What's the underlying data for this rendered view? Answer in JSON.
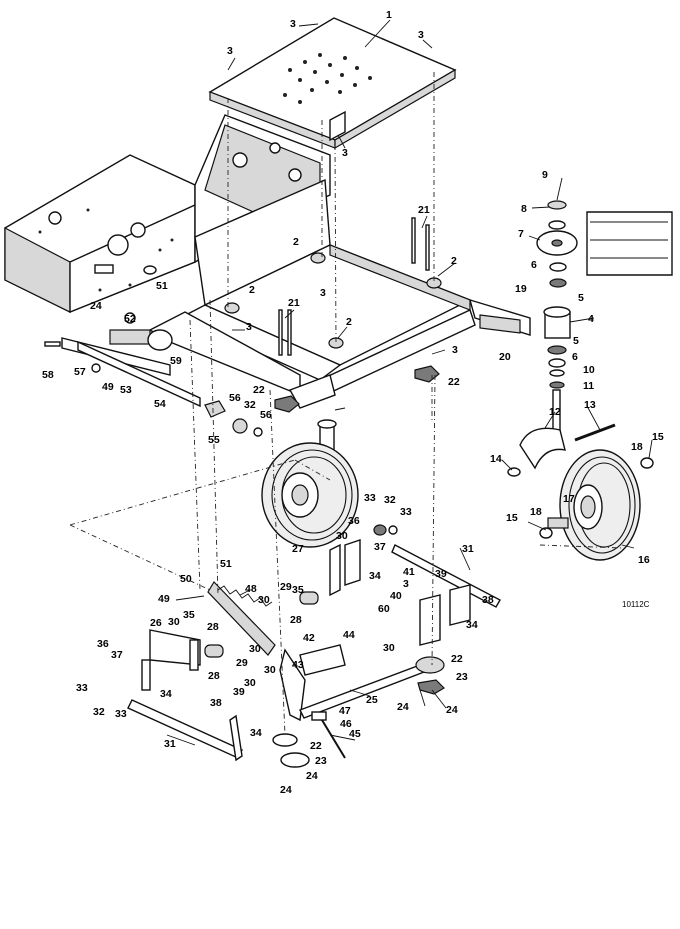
{
  "diagram": {
    "reference_code": "10112C",
    "callouts": [
      {
        "id": "c1",
        "label": "1"
      },
      {
        "id": "c3a",
        "label": "3"
      },
      {
        "id": "c3b",
        "label": "3"
      },
      {
        "id": "c3c",
        "label": "3"
      },
      {
        "id": "c3d",
        "label": "3"
      },
      {
        "id": "c2a",
        "label": "2"
      },
      {
        "id": "c2b",
        "label": "2"
      },
      {
        "id": "c2c",
        "label": "2"
      },
      {
        "id": "c2d",
        "label": "2"
      },
      {
        "id": "c21a",
        "label": "21"
      },
      {
        "id": "c21b",
        "label": "21"
      },
      {
        "id": "c3e",
        "label": "3"
      },
      {
        "id": "c3f",
        "label": "3"
      },
      {
        "id": "c3g",
        "label": "3"
      },
      {
        "id": "c51a",
        "label": "51"
      },
      {
        "id": "c24a",
        "label": "24"
      },
      {
        "id": "c52",
        "label": "52"
      },
      {
        "id": "c58",
        "label": "58"
      },
      {
        "id": "c57",
        "label": "57"
      },
      {
        "id": "c49a",
        "label": "49"
      },
      {
        "id": "c53",
        "label": "53"
      },
      {
        "id": "c59",
        "label": "59"
      },
      {
        "id": "c54",
        "label": "54"
      },
      {
        "id": "c22a",
        "label": "22"
      },
      {
        "id": "c56a",
        "label": "56"
      },
      {
        "id": "c32a",
        "label": "32"
      },
      {
        "id": "c56b",
        "label": "56"
      },
      {
        "id": "c55",
        "label": "55"
      },
      {
        "id": "c22b",
        "label": "22"
      },
      {
        "id": "c9",
        "label": "9"
      },
      {
        "id": "c8",
        "label": "8"
      },
      {
        "id": "c7",
        "label": "7"
      },
      {
        "id": "c6a",
        "label": "6"
      },
      {
        "id": "c5a",
        "label": "5"
      },
      {
        "id": "c19",
        "label": "19"
      },
      {
        "id": "c4",
        "label": "4"
      },
      {
        "id": "c20",
        "label": "20"
      },
      {
        "id": "c5b",
        "label": "5"
      },
      {
        "id": "c6b",
        "label": "6"
      },
      {
        "id": "c10",
        "label": "10"
      },
      {
        "id": "c11",
        "label": "11"
      },
      {
        "id": "c12",
        "label": "12"
      },
      {
        "id": "c13",
        "label": "13"
      },
      {
        "id": "c14",
        "label": "14"
      },
      {
        "id": "c15a",
        "label": "15"
      },
      {
        "id": "c18a",
        "label": "18"
      },
      {
        "id": "c17",
        "label": "17"
      },
      {
        "id": "c15b",
        "label": "15"
      },
      {
        "id": "c18b",
        "label": "18"
      },
      {
        "id": "c16",
        "label": "16"
      },
      {
        "id": "c33a",
        "label": "33"
      },
      {
        "id": "c32b",
        "label": "32"
      },
      {
        "id": "c33b",
        "label": "33"
      },
      {
        "id": "c30a",
        "label": "30"
      },
      {
        "id": "c36a",
        "label": "36"
      },
      {
        "id": "c37a",
        "label": "37"
      },
      {
        "id": "c31a",
        "label": "31"
      },
      {
        "id": "c27",
        "label": "27"
      },
      {
        "id": "c34a",
        "label": "34"
      },
      {
        "id": "c41",
        "label": "41"
      },
      {
        "id": "c3h",
        "label": "3"
      },
      {
        "id": "c39a",
        "label": "39"
      },
      {
        "id": "c40",
        "label": "40"
      },
      {
        "id": "c38a",
        "label": "38"
      },
      {
        "id": "c60",
        "label": "60"
      },
      {
        "id": "c34b",
        "label": "34"
      },
      {
        "id": "c30b",
        "label": "30"
      },
      {
        "id": "c51b",
        "label": "51"
      },
      {
        "id": "c50",
        "label": "50"
      },
      {
        "id": "c48",
        "label": "48"
      },
      {
        "id": "c49b",
        "label": "49"
      },
      {
        "id": "c29a",
        "label": "29"
      },
      {
        "id": "c35a",
        "label": "35"
      },
      {
        "id": "c30c",
        "label": "30"
      },
      {
        "id": "c28a",
        "label": "28"
      },
      {
        "id": "c35b",
        "label": "35"
      },
      {
        "id": "c26",
        "label": "26"
      },
      {
        "id": "c30d",
        "label": "30"
      },
      {
        "id": "c28b",
        "label": "28"
      },
      {
        "id": "c29b",
        "label": "29"
      },
      {
        "id": "c30e",
        "label": "30"
      },
      {
        "id": "c42",
        "label": "42"
      },
      {
        "id": "c44",
        "label": "44"
      },
      {
        "id": "c36b",
        "label": "36"
      },
      {
        "id": "c37b",
        "label": "37"
      },
      {
        "id": "c28c",
        "label": "28"
      },
      {
        "id": "c30f",
        "label": "30"
      },
      {
        "id": "c43",
        "label": "43"
      },
      {
        "id": "c22c",
        "label": "22"
      },
      {
        "id": "c23a",
        "label": "23"
      },
      {
        "id": "c25",
        "label": "25"
      },
      {
        "id": "c33c",
        "label": "33"
      },
      {
        "id": "c34c",
        "label": "34"
      },
      {
        "id": "c32c",
        "label": "32"
      },
      {
        "id": "c33d",
        "label": "33"
      },
      {
        "id": "c30g",
        "label": "30"
      },
      {
        "id": "c39b",
        "label": "39"
      },
      {
        "id": "c47",
        "label": "47"
      },
      {
        "id": "c24b",
        "label": "24"
      },
      {
        "id": "c24c",
        "label": "24"
      },
      {
        "id": "c38b",
        "label": "38"
      },
      {
        "id": "c46",
        "label": "46"
      },
      {
        "id": "c45",
        "label": "45"
      },
      {
        "id": "c31b",
        "label": "31"
      },
      {
        "id": "c34d",
        "label": "34"
      },
      {
        "id": "c22d",
        "label": "22"
      },
      {
        "id": "c23b",
        "label": "23"
      },
      {
        "id": "c24d",
        "label": "24"
      },
      {
        "id": "c24e",
        "label": "24"
      }
    ]
  }
}
